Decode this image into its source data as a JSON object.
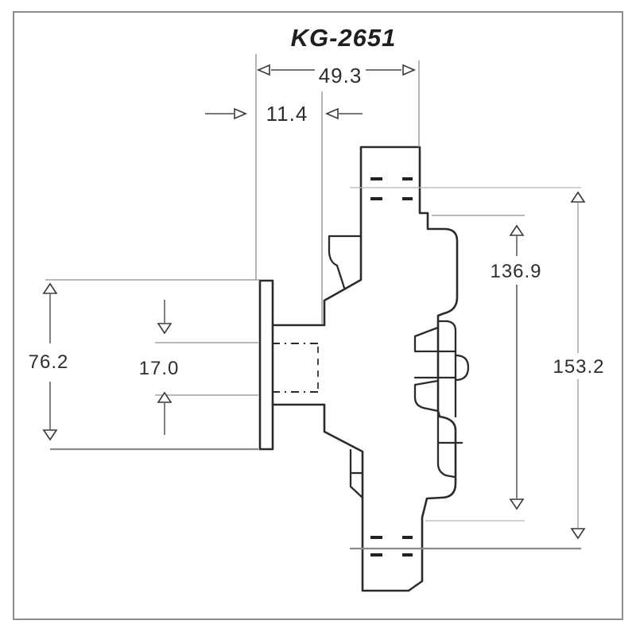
{
  "title": "KG-2651",
  "dimensions": {
    "horizontal_top": "49.3",
    "horizontal_inner": "11.4",
    "vertical_left_outer": "76.2",
    "vertical_left_inner": "17.0",
    "vertical_right_inner": "136.9",
    "vertical_right_outer": "153.2"
  },
  "colors": {
    "outline": "#2b2b2b",
    "dimension_line": "#4a4a4a",
    "extension_line": "#8f8f8f",
    "text": "#2e2e2e",
    "background": "#ffffff",
    "frame": "#8d8d8d"
  }
}
